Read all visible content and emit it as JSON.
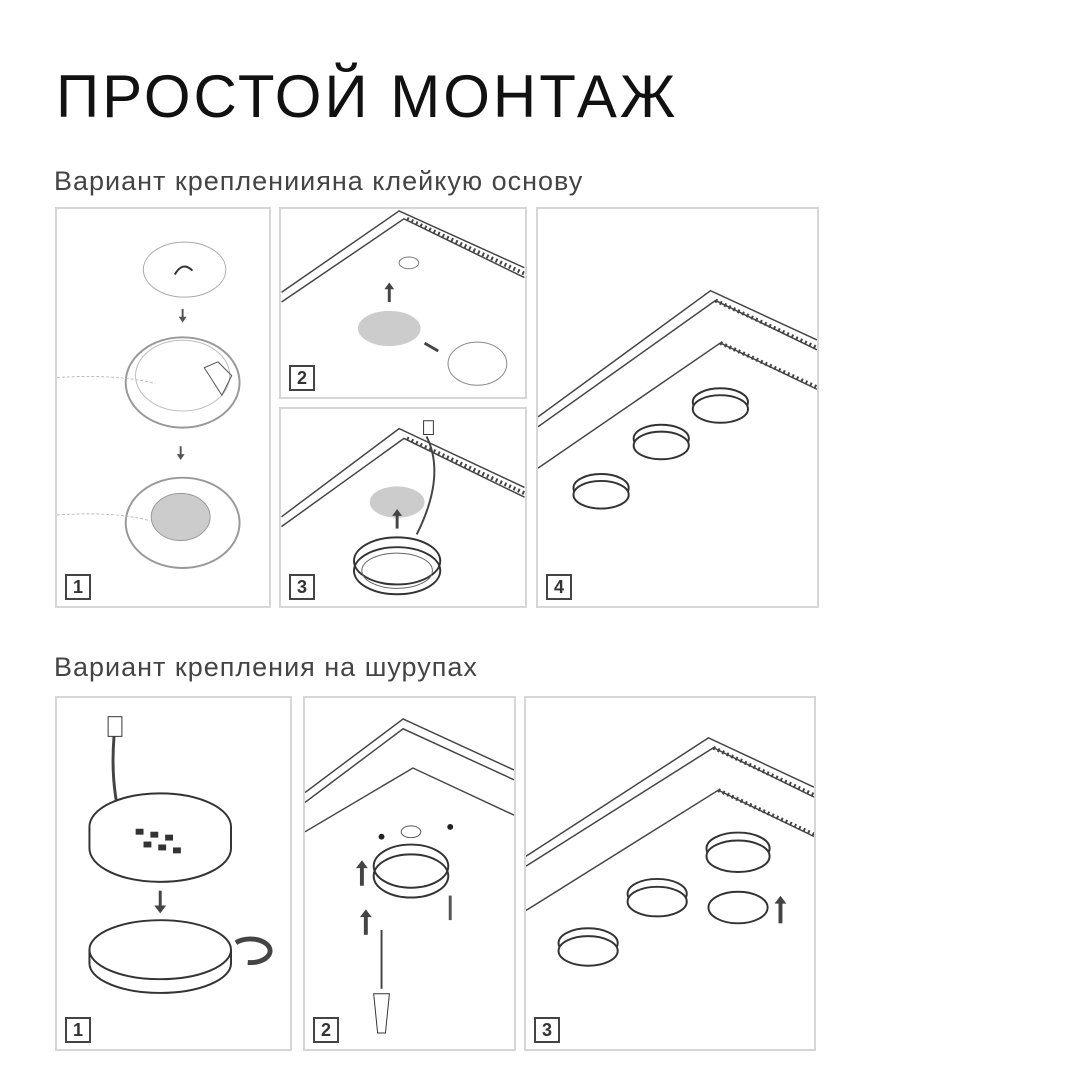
{
  "title": "ПРОСТОЙ МОНТАЖ",
  "section_adhesive": {
    "heading": "Вариант креплениияна клейкую основу",
    "steps": [
      "1",
      "2",
      "3",
      "4"
    ]
  },
  "section_screws": {
    "heading": "Вариант крепления на шурупах",
    "steps": [
      "1",
      "2",
      "3"
    ]
  }
}
